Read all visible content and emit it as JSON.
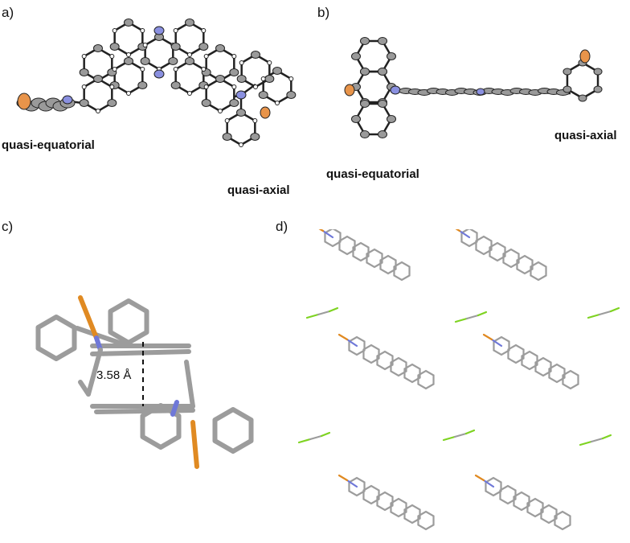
{
  "panels": {
    "a": {
      "label": "a)",
      "left_label": "quasi-equatorial",
      "right_label": "quasi-axial"
    },
    "b": {
      "label": "b)",
      "left_label": "quasi-equatorial",
      "right_label": "quasi-axial"
    },
    "c": {
      "label": "c)",
      "distance_label": "3.58 Å"
    },
    "d": {
      "label": "d)"
    }
  },
  "colors": {
    "carbon_ellipsoid": "#9a9a9a",
    "nitrogen": "#8a90e0",
    "oxygen": "#e8944a",
    "bond": "#222222",
    "stick_carbon": "#9c9c9c",
    "stick_nitrogen": "#6f78d8",
    "stick_oxygen": "#e08a22",
    "solvent": "#7ed321"
  }
}
